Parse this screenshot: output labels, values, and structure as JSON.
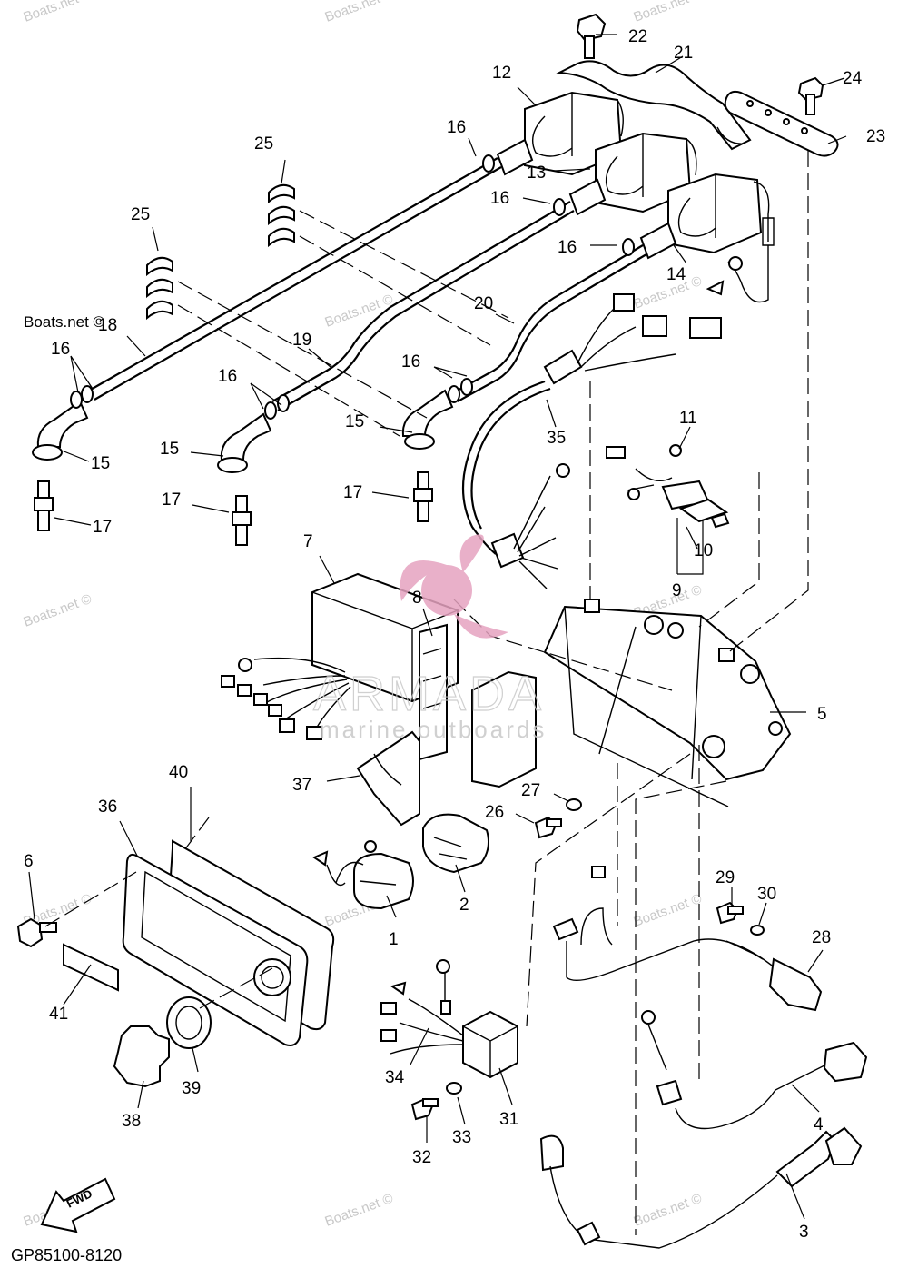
{
  "diagram": {
    "code": "GP85100-8120",
    "fwd_label": "FWD",
    "brand": {
      "name": "ARMADA",
      "tagline": "marine outboards"
    },
    "watermark": "Boats.net ©",
    "callouts": [
      {
        "id": "1",
        "text": "1"
      },
      {
        "id": "2",
        "text": "2"
      },
      {
        "id": "3",
        "text": "3"
      },
      {
        "id": "4",
        "text": "4"
      },
      {
        "id": "5",
        "text": "5"
      },
      {
        "id": "6",
        "text": "6"
      },
      {
        "id": "7",
        "text": "7"
      },
      {
        "id": "8",
        "text": "8"
      },
      {
        "id": "9",
        "text": "9"
      },
      {
        "id": "10",
        "text": "10"
      },
      {
        "id": "11",
        "text": "11"
      },
      {
        "id": "12",
        "text": "12"
      },
      {
        "id": "13",
        "text": "13"
      },
      {
        "id": "14",
        "text": "14"
      },
      {
        "id": "15a",
        "text": "15"
      },
      {
        "id": "15b",
        "text": "15"
      },
      {
        "id": "15c",
        "text": "15"
      },
      {
        "id": "16a",
        "text": "16"
      },
      {
        "id": "16b",
        "text": "16"
      },
      {
        "id": "16c",
        "text": "16"
      },
      {
        "id": "16d",
        "text": "16"
      },
      {
        "id": "16e",
        "text": "16"
      },
      {
        "id": "16f",
        "text": "16"
      },
      {
        "id": "17a",
        "text": "17"
      },
      {
        "id": "17b",
        "text": "17"
      },
      {
        "id": "17c",
        "text": "17"
      },
      {
        "id": "18",
        "text": "18"
      },
      {
        "id": "19",
        "text": "19"
      },
      {
        "id": "20",
        "text": "20"
      },
      {
        "id": "21",
        "text": "21"
      },
      {
        "id": "22",
        "text": "22"
      },
      {
        "id": "23",
        "text": "23"
      },
      {
        "id": "24",
        "text": "24"
      },
      {
        "id": "25a",
        "text": "25"
      },
      {
        "id": "25b",
        "text": "25"
      },
      {
        "id": "26",
        "text": "26"
      },
      {
        "id": "27",
        "text": "27"
      },
      {
        "id": "28",
        "text": "28"
      },
      {
        "id": "29",
        "text": "29"
      },
      {
        "id": "30",
        "text": "30"
      },
      {
        "id": "31",
        "text": "31"
      },
      {
        "id": "32",
        "text": "32"
      },
      {
        "id": "33",
        "text": "33"
      },
      {
        "id": "34",
        "text": "34"
      },
      {
        "id": "35",
        "text": "35"
      },
      {
        "id": "36",
        "text": "36"
      },
      {
        "id": "37",
        "text": "37"
      },
      {
        "id": "38",
        "text": "38"
      },
      {
        "id": "39",
        "text": "39"
      },
      {
        "id": "40",
        "text": "40"
      },
      {
        "id": "41",
        "text": "41"
      }
    ],
    "colors": {
      "line": "#000000",
      "background": "#ffffff",
      "logo": "#e6a3c0",
      "watermark": "#c8c8c8"
    }
  }
}
